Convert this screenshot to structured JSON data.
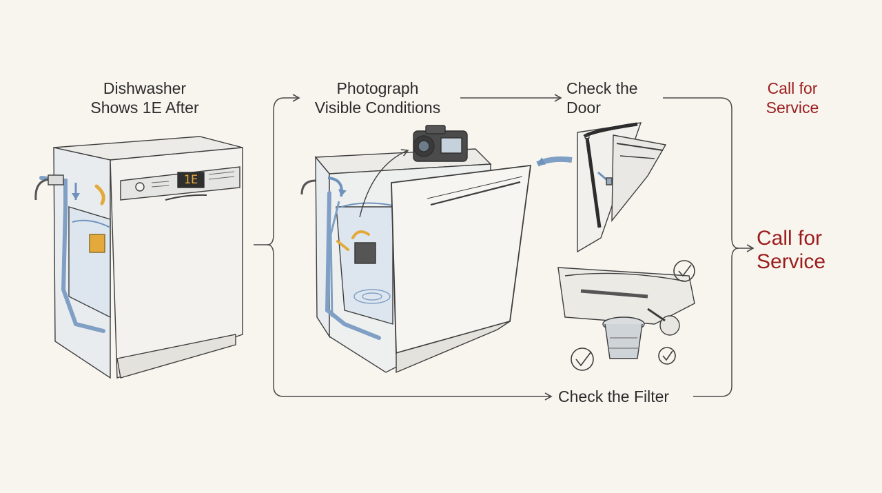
{
  "steps": {
    "start": {
      "line1": "Dishwasher",
      "line2": "Shows 1E After"
    },
    "photograph": {
      "line1": "Photograph",
      "line2": "Visible Conditions"
    },
    "door": {
      "line1": "Check the",
      "line2": "Door"
    },
    "filter": {
      "label": "Check the Filter"
    },
    "service_top": {
      "line1": "Call for",
      "line2": "Service"
    },
    "service_main": {
      "line1": "Call for",
      "line2": "Service"
    }
  },
  "display_code": "1E",
  "colors": {
    "background": "#f8f5ef",
    "ink": "#3a3a3a",
    "water": "#7f9fc4",
    "accent": "#e3a93a",
    "service_red": "#9b1c1c"
  },
  "icons": [
    "camera-icon",
    "check-icon",
    "arrow-icon"
  ]
}
